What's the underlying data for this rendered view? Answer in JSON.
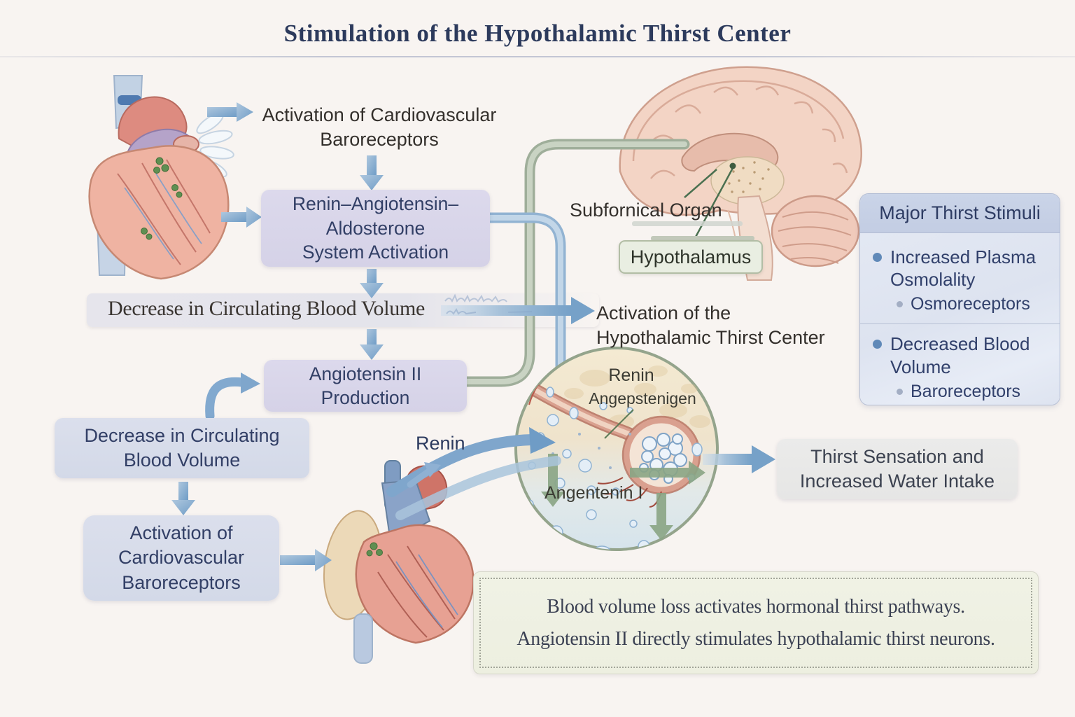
{
  "title": "Stimulation of the Hypothalamic Thirst Center",
  "colors": {
    "arrow_blue": "#7fa6cc",
    "pipe_green": "#9fae9a",
    "pipe_blue": "#92b3d2",
    "green_arrow": "#8aa585",
    "navy_text": "#2c3a5c",
    "charcoal_text": "#34302c",
    "box_lavender": "#d8d5e9",
    "box_bluegray": "#d7dcea",
    "sage_border": "#94a48c"
  },
  "flowchart": {
    "cv_baroreceptors_top": {
      "lines": [
        "Activation of Cardiovascular",
        "Baroreceptors"
      ]
    },
    "raas_box": {
      "lines": [
        "Renin–Angiotensin–",
        "Aldosterone",
        "System Activation"
      ]
    },
    "decrease_strip": {
      "text": "Decrease in Circulating Blood Volume"
    },
    "angiotensin_box": {
      "lines": [
        "Angiotensin II",
        "Production"
      ]
    },
    "decrease_box": {
      "lines": [
        "Decrease in Circulating",
        "Blood Volume"
      ]
    },
    "cv_baroreceptors_box": {
      "lines": [
        "Activation of",
        "Cardiovascular",
        "Baroreceptors"
      ]
    },
    "thirst_center_label": {
      "lines": [
        "Activation of the",
        "Hypothalamic Thirst Center"
      ]
    },
    "renin_label": "Renin",
    "thirst_sensation_box": {
      "lines": [
        "Thirst Sensation and",
        "Increased Water Intake"
      ]
    }
  },
  "brain": {
    "subfornical_label": "Subfornical Organ",
    "hypothalamus_label": "Hypothalamus"
  },
  "microview": {
    "renin": "Renin",
    "angiotensinogen": "Angepstenigen",
    "angiotensin_i": "Angentenin I"
  },
  "stimuli_panel": {
    "header": "Major Thirst Stimuli",
    "items": [
      {
        "label": "Increased Plasma Osmolality",
        "sub": "Osmoreceptors"
      },
      {
        "label": "Decreased Blood Volume",
        "sub": "Baroreceptors"
      }
    ]
  },
  "note": {
    "lines": [
      "Blood volume loss activates hormonal thirst pathways.",
      "Angiotensin II directly stimulates hypothalamic thirst neurons."
    ]
  }
}
